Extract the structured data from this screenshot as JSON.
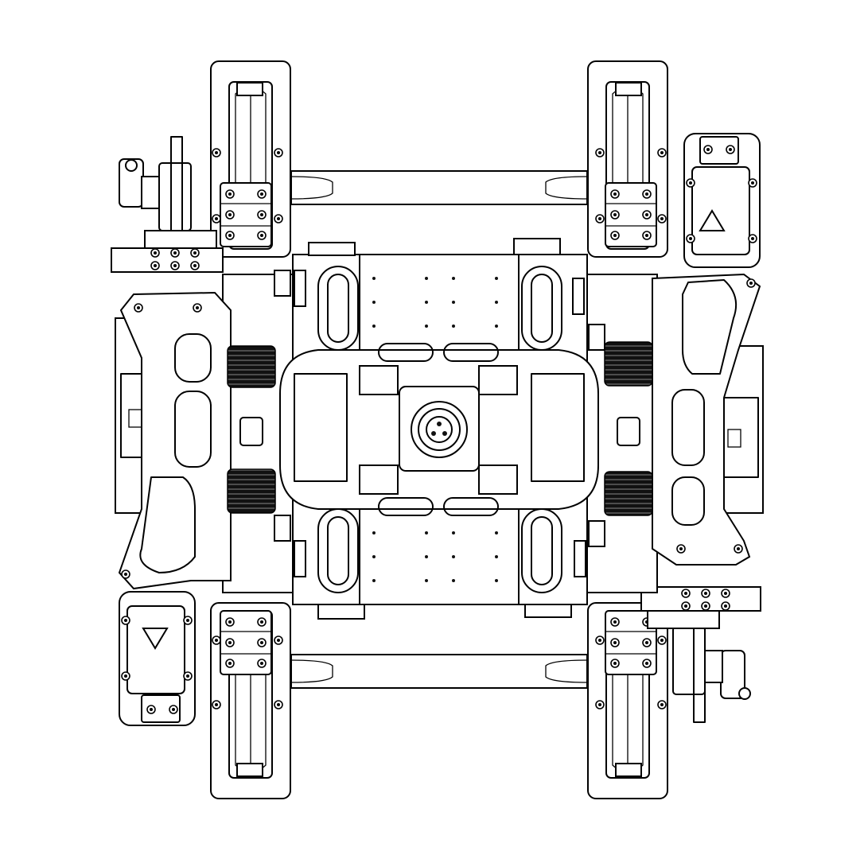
{
  "figure": {
    "subject": "",
    "caption": ""
  },
  "colors": {
    "line": "#000000",
    "background": "#ffffff"
  },
  "parts": {
    "wheels": 4,
    "axles": 2,
    "coil_springs": 4,
    "brake_discs": 2
  }
}
